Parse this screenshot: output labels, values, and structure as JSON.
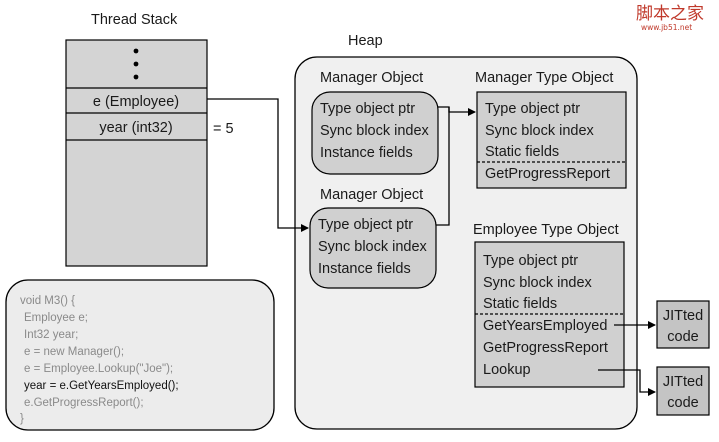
{
  "watermark": {
    "main": "脚本之家",
    "url": "www.jb51.net"
  },
  "thread_stack": {
    "title": "Thread Stack",
    "slots": [
      "e (Employee)",
      "year (int32)"
    ],
    "year_value": "=   5"
  },
  "heap": {
    "title": "Heap"
  },
  "manager_object_1": {
    "title": "Manager Object",
    "fields": [
      "Type object ptr",
      "Sync block index",
      "Instance fields"
    ]
  },
  "manager_object_2": {
    "title": "Manager Object",
    "fields": [
      "Type object ptr",
      "Sync block index",
      "Instance fields"
    ]
  },
  "manager_type_object": {
    "title": "Manager Type Object",
    "fields": [
      "Type object ptr",
      "Sync block index",
      "Static fields"
    ],
    "methods": [
      "GetProgressReport"
    ]
  },
  "employee_type_object": {
    "title": "Employee Type Object",
    "fields": [
      "Type object ptr",
      "Sync block index",
      "Static fields"
    ],
    "methods": [
      "GetYearsEmployed",
      "GetProgressReport",
      "Lookup"
    ]
  },
  "jitted_1": {
    "line1": "JITted",
    "line2": "code"
  },
  "jitted_2": {
    "line1": "JITted",
    "line2": "code"
  },
  "code_listing": {
    "lines": [
      "void M3()  {",
      "  Employee e;",
      "  Int32 year;",
      "  e = new Manager();",
      "  e = Employee.Lookup(\"Joe\");",
      "  year = e.GetYearsEmployed();",
      "  e.GetProgressReport();",
      "}"
    ],
    "highlighted_line": 5
  }
}
